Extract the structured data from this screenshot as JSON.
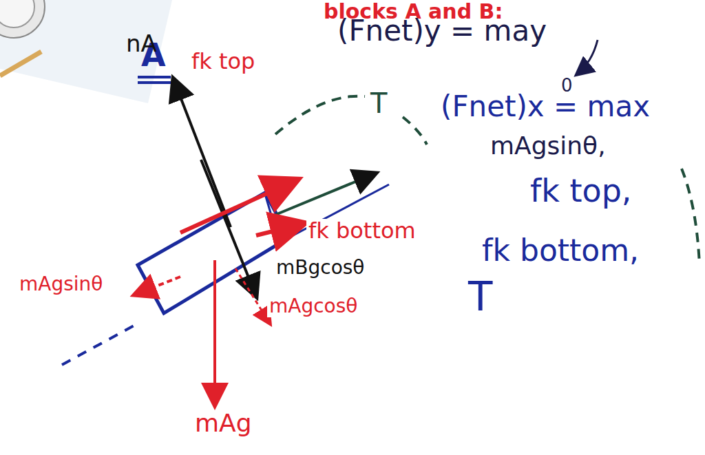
{
  "diagram": {
    "title": "blocks A and B:",
    "labels": [
      "A",
      "(Fnet)y = may",
      "0",
      "nA",
      "fk top",
      "T",
      "(Fnet)x = max",
      "mAgsinθ,",
      "fk bottom",
      "fk top,",
      "mBgcosθ",
      "mAgsinθ",
      "fk bottom,",
      "mAgcosθ",
      "T",
      "mAg"
    ]
  }
}
